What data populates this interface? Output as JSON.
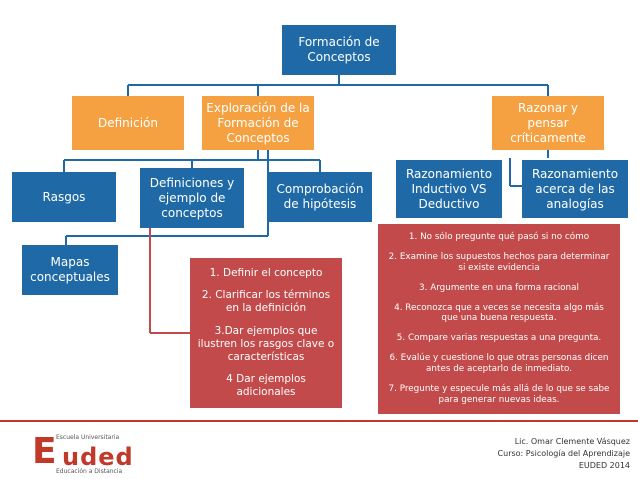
{
  "nodes": {
    "root": "Formación de Conceptos",
    "definicion": "Definición",
    "exploracion": "Exploración de la Formación de Conceptos",
    "razonar": "Razonar y pensar críticamente",
    "rasgos": "Rasgos",
    "definiciones_ejemplos": "Definiciones y ejemplo de conceptos",
    "comprobacion": "Comprobación de hipótesis",
    "inductivo": "Razonamiento Inductivo VS Deductivo",
    "analogias": "Razonamiento acerca de las analogías",
    "mapas": "Mapas conceptuales"
  },
  "steps_list": [
    "1. Definir el concepto",
    "2. Clarificar los términos en la definición",
    "3.Dar ejemplos que ilustren los rasgos clave o características",
    "4 Dar ejemplos adicionales"
  ],
  "critical_list": [
    "1. No sólo pregunte qué pasó si no cómo",
    "2. Examine los supuestos hechos para determinar si existe evidencia",
    "3. Argumente en una forma racional",
    "4. Reconozca que a veces se necesita algo más que una buena respuesta.",
    "5. Compare varias respuestas a una pregunta.",
    "6. Evalúe y cuestione lo que otras personas dicen antes de aceptarlo de inmediato.",
    "7. Pregunte y especule más allá de lo que se sabe para generar nuevas ideas."
  ],
  "logo": {
    "letter": "E",
    "name": "uded",
    "top_text": "Escuela Universitaria",
    "bottom_text": "Educación a Distancia"
  },
  "footer": {
    "author": "Lic. Omar Clemente Vásquez",
    "course": "Curso: Psicología del Aprendizaje",
    "org": "EUDED 2014"
  },
  "colors": {
    "blue": "#1f6aa6",
    "orange": "#f5a142",
    "red": "#c24a4a",
    "brand_red": "#c0392b"
  }
}
